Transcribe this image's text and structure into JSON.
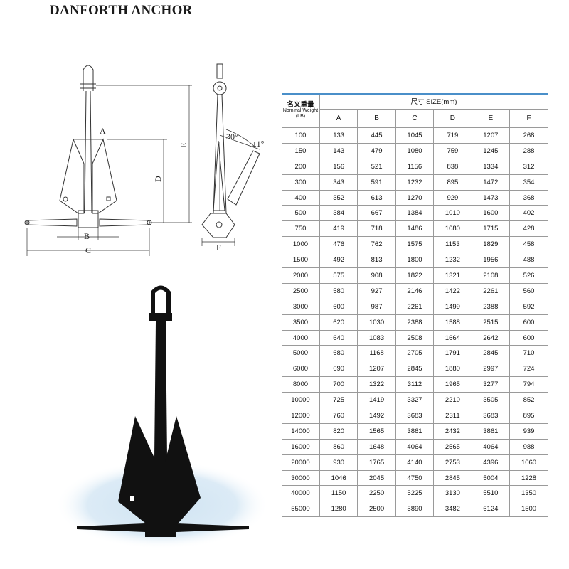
{
  "title": "DANFORTH ANCHOR",
  "drawing": {
    "dimension_labels": [
      "A",
      "B",
      "C",
      "D",
      "E",
      "F"
    ],
    "angle_label": "30°",
    "tolerance_label": "±1°"
  },
  "table": {
    "weight_header_cn": "名义重量",
    "weight_header_en": "Nominal Weight",
    "weight_header_unit": "(LB)",
    "size_header": "尺寸 SIZE(mm)",
    "columns": [
      "A",
      "B",
      "C",
      "D",
      "E",
      "F"
    ],
    "rows": [
      {
        "w": "100",
        "v": [
          "133",
          "445",
          "1045",
          "719",
          "1207",
          "268"
        ]
      },
      {
        "w": "150",
        "v": [
          "143",
          "479",
          "1080",
          "759",
          "1245",
          "288"
        ]
      },
      {
        "w": "200",
        "v": [
          "156",
          "521",
          "1156",
          "838",
          "1334",
          "312"
        ]
      },
      {
        "w": "300",
        "v": [
          "343",
          "591",
          "1232",
          "895",
          "1472",
          "354"
        ]
      },
      {
        "w": "400",
        "v": [
          "352",
          "613",
          "1270",
          "929",
          "1473",
          "368"
        ]
      },
      {
        "w": "500",
        "v": [
          "384",
          "667",
          "1384",
          "1010",
          "1600",
          "402"
        ]
      },
      {
        "w": "750",
        "v": [
          "419",
          "718",
          "1486",
          "1080",
          "1715",
          "428"
        ]
      },
      {
        "w": "1000",
        "v": [
          "476",
          "762",
          "1575",
          "1153",
          "1829",
          "458"
        ]
      },
      {
        "w": "1500",
        "v": [
          "492",
          "813",
          "1800",
          "1232",
          "1956",
          "488"
        ]
      },
      {
        "w": "2000",
        "v": [
          "575",
          "908",
          "1822",
          "1321",
          "2108",
          "526"
        ]
      },
      {
        "w": "2500",
        "v": [
          "580",
          "927",
          "2146",
          "1422",
          "2261",
          "560"
        ]
      },
      {
        "w": "3000",
        "v": [
          "600",
          "987",
          "2261",
          "1499",
          "2388",
          "592"
        ]
      },
      {
        "w": "3500",
        "v": [
          "620",
          "1030",
          "2388",
          "1588",
          "2515",
          "600"
        ]
      },
      {
        "w": "4000",
        "v": [
          "640",
          "1083",
          "2508",
          "1664",
          "2642",
          "600"
        ]
      },
      {
        "w": "5000",
        "v": [
          "680",
          "1168",
          "2705",
          "1791",
          "2845",
          "710"
        ]
      },
      {
        "w": "6000",
        "v": [
          "690",
          "1207",
          "2845",
          "1880",
          "2997",
          "724"
        ]
      },
      {
        "w": "8000",
        "v": [
          "700",
          "1322",
          "3112",
          "1965",
          "3277",
          "794"
        ]
      },
      {
        "w": "10000",
        "v": [
          "725",
          "1419",
          "3327",
          "2210",
          "3505",
          "852"
        ]
      },
      {
        "w": "12000",
        "v": [
          "760",
          "1492",
          "3683",
          "2311",
          "3683",
          "895"
        ]
      },
      {
        "w": "14000",
        "v": [
          "820",
          "1565",
          "3861",
          "2432",
          "3861",
          "939"
        ]
      },
      {
        "w": "16000",
        "v": [
          "860",
          "1648",
          "4064",
          "2565",
          "4064",
          "988"
        ]
      },
      {
        "w": "20000",
        "v": [
          "930",
          "1765",
          "4140",
          "2753",
          "4396",
          "1060"
        ]
      },
      {
        "w": "30000",
        "v": [
          "1046",
          "2045",
          "4750",
          "2845",
          "5004",
          "1228"
        ]
      },
      {
        "w": "40000",
        "v": [
          "1150",
          "2250",
          "5225",
          "3130",
          "5510",
          "1350"
        ]
      },
      {
        "w": "55000",
        "v": [
          "1280",
          "2500",
          "5890",
          "3482",
          "6124",
          "1500"
        ]
      }
    ]
  }
}
